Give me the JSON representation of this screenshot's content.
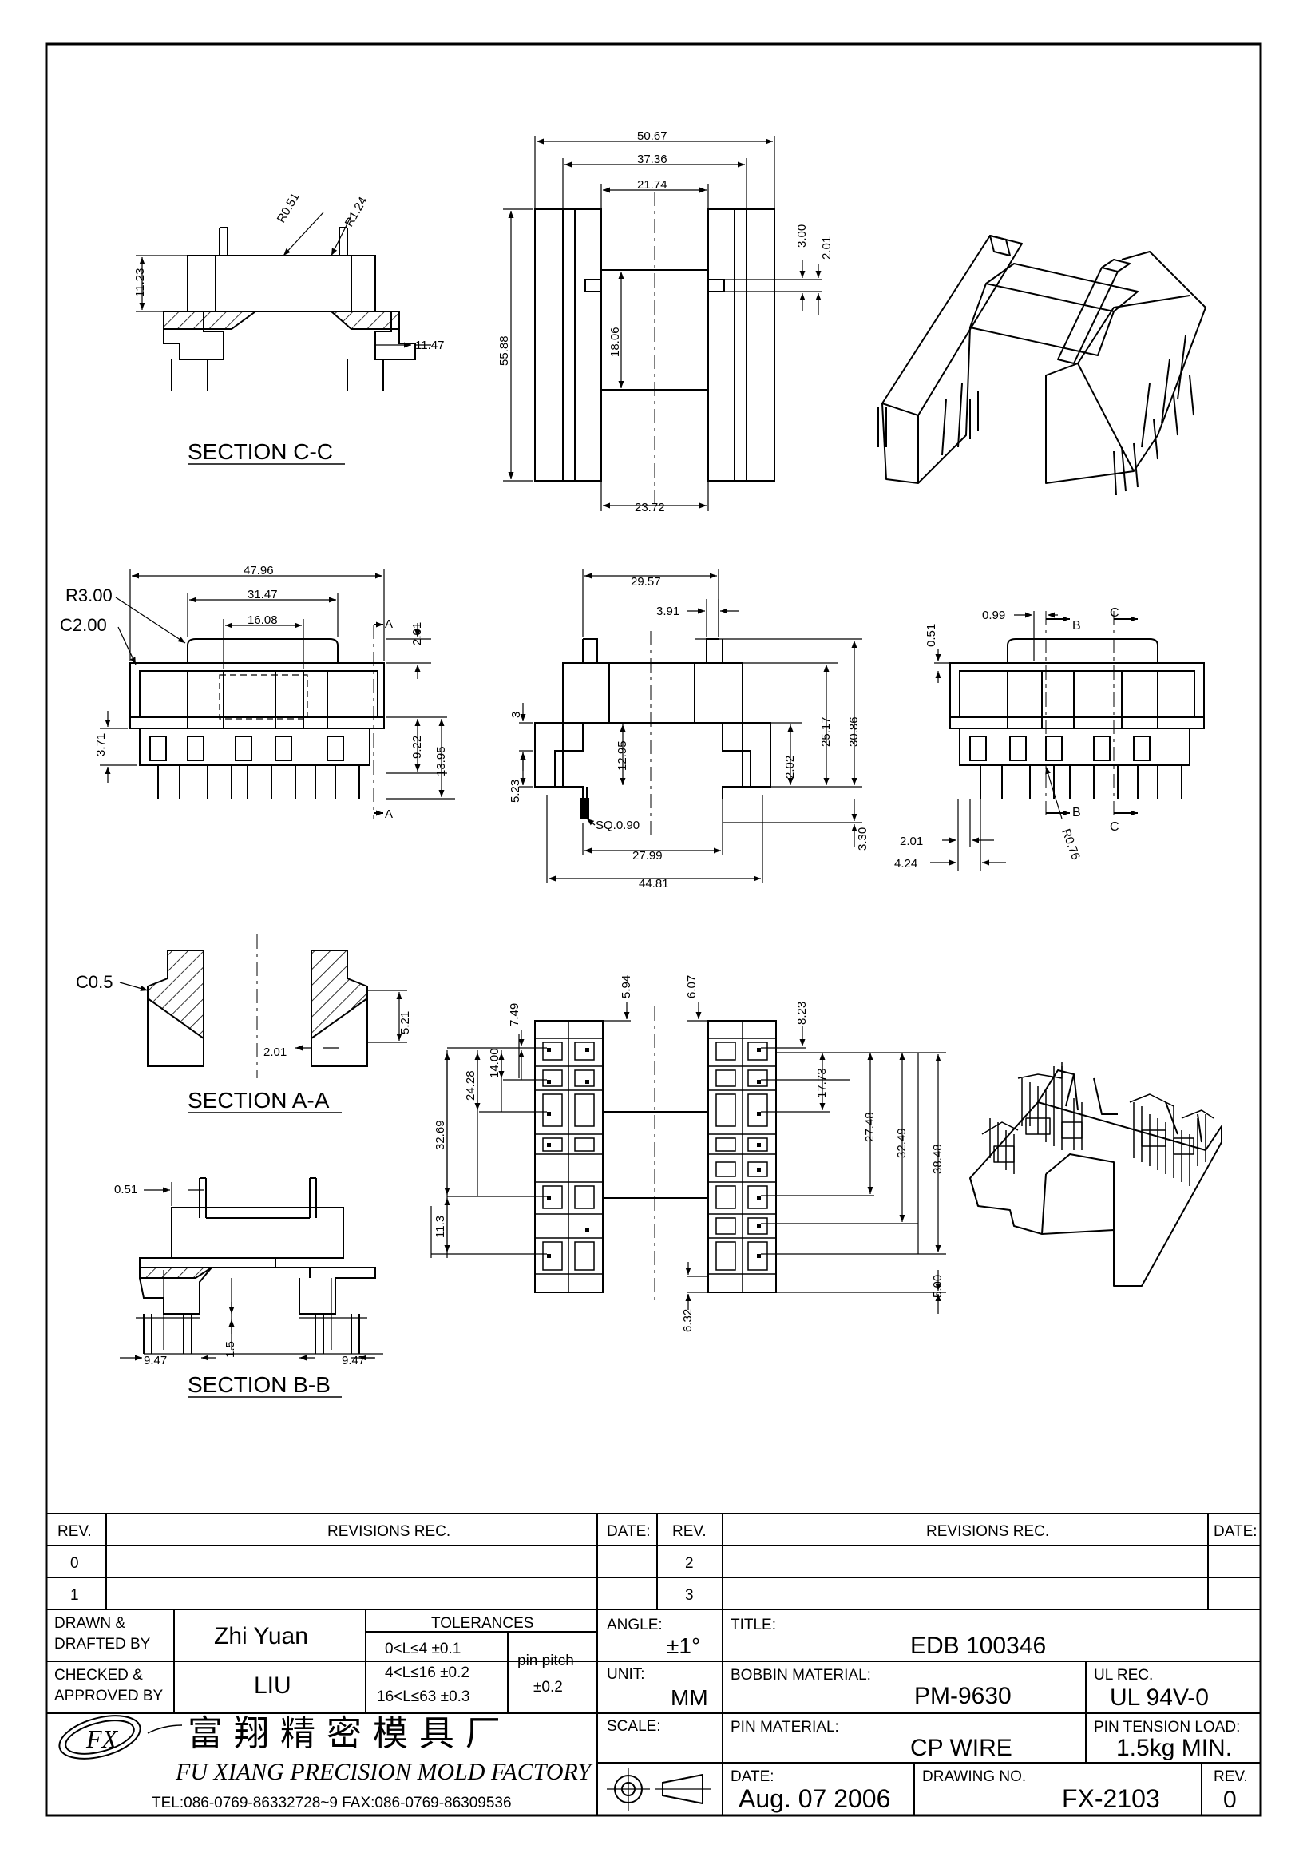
{
  "views": {
    "section_cc": {
      "caption": "SECTION C-C",
      "dims": [
        "11.23",
        "R0.51",
        "R1.24",
        "11.47"
      ]
    },
    "top_view": {
      "dims": [
        "50.67",
        "37.36",
        "21.74",
        "3.00",
        "2.01",
        "55.88",
        "18.06",
        "23.72"
      ]
    },
    "front_view": {
      "dims": [
        "R3.00",
        "C2.00",
        "47.96",
        "31.47",
        "16.08",
        "2.01",
        "3.71",
        "9.22",
        "13.95"
      ],
      "cut_marks": [
        "A",
        "A"
      ]
    },
    "side_view": {
      "dims": [
        "29.57",
        "3.91",
        "3",
        "5.23",
        "12.95",
        "25.17",
        "30.86",
        "2.02",
        "SQ.0.90",
        "27.99",
        "44.81",
        "3.30"
      ]
    },
    "rear_view": {
      "dims": [
        "0.99",
        "0.51",
        "2.01",
        "4.24",
        "R0.76"
      ],
      "cut_marks": [
        "B",
        "C",
        "B",
        "C"
      ]
    },
    "section_aa": {
      "caption": "SECTION A-A",
      "dims": [
        "C0.5",
        "2.01",
        "5.21"
      ]
    },
    "bottom_view": {
      "dims": [
        "7.49",
        "5.94",
        "6.07",
        "8.23",
        "14.00",
        "24.28",
        "32.69",
        "17.73",
        "27.48",
        "32.49",
        "38.48",
        "11.3",
        "6.32",
        "5.00"
      ]
    },
    "section_bb": {
      "caption": "SECTION B-B",
      "dims": [
        "0.51",
        "1.5",
        "9.47",
        "9.47"
      ]
    }
  },
  "revisions": {
    "header_rev": "REV.",
    "header_rec": "REVISIONS   REC.",
    "header_date": "DATE:",
    "rows_left": [
      "0",
      "1"
    ],
    "rows_right": [
      "2",
      "3"
    ]
  },
  "title_block": {
    "drawn_label": "DRAWN &\nDRAFTED BY",
    "drawn_by": "Zhi Yuan",
    "checked_label": "CHECKED &\nAPPROVED BY",
    "checked_by": "LIU",
    "tolerances_label": "TOLERANCES",
    "tolerances": [
      "0<L≤4   ±0.1",
      "4<L≤16  ±0.2",
      "16<L≤63  ±0.3"
    ],
    "pin_pitch_label": "pin pitch",
    "pin_pitch_value": "±0.2",
    "angle_label": "ANGLE:",
    "angle_value": "±1°",
    "unit_label": "UNIT:",
    "unit_value": "MM",
    "scale_label": "SCALE:",
    "title_label": "TITLE:",
    "title_value": "EDB 100346",
    "bobbin_label": "BOBBIN MATERIAL:",
    "bobbin_value": "PM-9630",
    "ul_label": "UL REC.",
    "ul_value": "UL 94V-0",
    "pin_material_label": "PIN MATERIAL:",
    "pin_material_value": "CP WIRE",
    "pin_tension_label": "PIN TENSION LOAD:",
    "pin_tension_value": "1.5kg MIN.",
    "date_label": "DATE:",
    "date_value": "Aug. 07 2006",
    "drawing_no_label": "DRAWING NO.",
    "drawing_no_value": "FX-2103",
    "rev_label": "REV.",
    "rev_value": "0",
    "company_cn": "富 翔 精 密 模 具 厂",
    "company_en": "FU XIANG PRECISION MOLD FACTORY",
    "company_contact": "TEL:086-0769-86332728~9  FAX:086-0769-86309536",
    "logo_text": "FX"
  },
  "colors": {
    "ink": "#000000",
    "paper": "#ffffff"
  }
}
